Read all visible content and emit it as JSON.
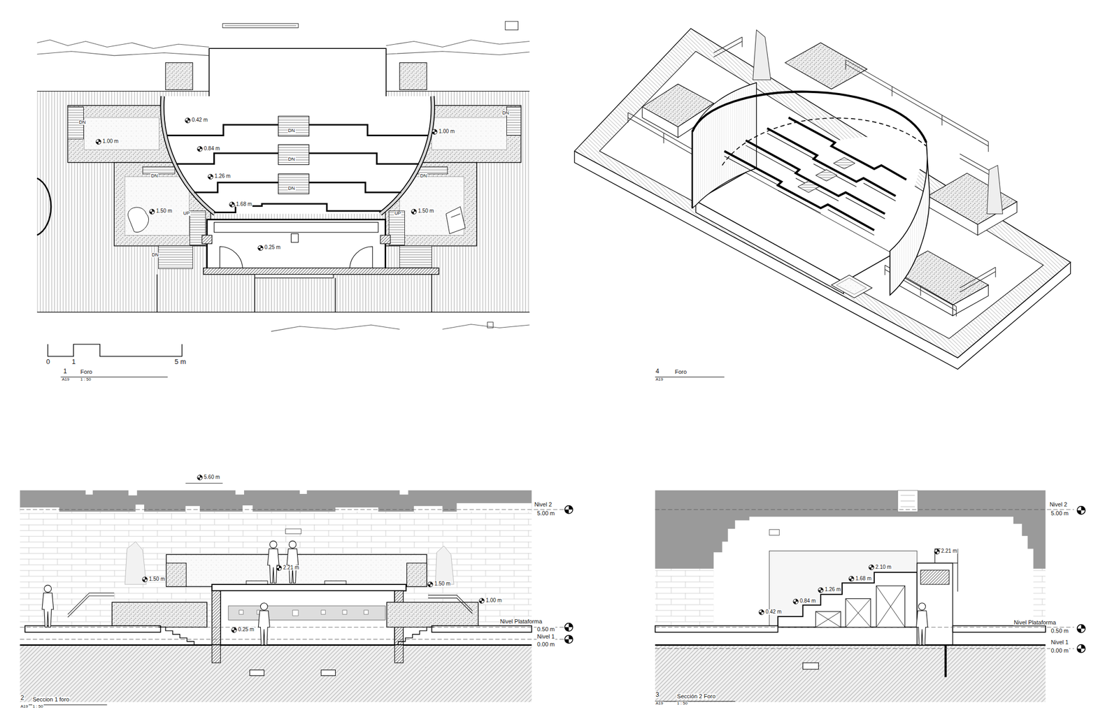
{
  "diagram": {
    "labels": [
      "DN",
      "0.42 m",
      "DN",
      "DN",
      "1.00 m",
      "1.00 m",
      "0.84 m",
      "DN",
      "DN",
      "DN",
      "1.26 m",
      "DN",
      "1.68 m",
      "UP",
      "1.50 m",
      "UP",
      "1.50 m",
      "0.25 m",
      "DN",
      "0",
      "1",
      "5 m",
      "1",
      "Foro",
      "A19",
      "1 : 50",
      "4",
      "Foro",
      "A19",
      "5.60 m",
      "Nivel 2",
      "5.00 m",
      "2.21 m",
      "1.50 m",
      "1.50 m",
      "1.00 m",
      "Nivel Plataforma",
      "0.50 m",
      "Nivel 1",
      "0.00 m",
      "0.25 m",
      "2",
      "Seccion 1 foro",
      "A19",
      "1 : 50",
      "2.21 m",
      "2.10 m",
      "1.68 m",
      "1.26 m",
      "0.84 m",
      "0.42 m",
      "Nivel 2",
      "5.00 m",
      "Nivel Plataforma",
      "0.50 m",
      "Nivel 1",
      "0.00 m",
      "3",
      "Sección 2 Foro",
      "A19",
      "1 : 50"
    ]
  }
}
